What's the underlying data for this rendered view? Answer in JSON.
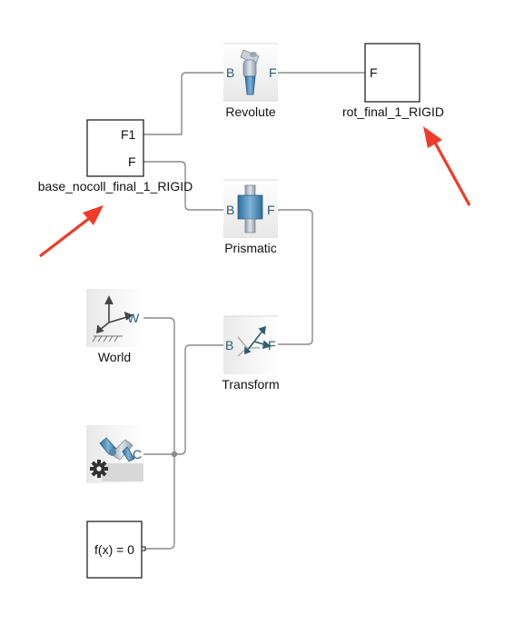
{
  "blocks": {
    "revolute": {
      "label": "Revolute",
      "port_b": "B",
      "port_f": "F",
      "icon": "revolute-joint-icon"
    },
    "rot_final": {
      "label": "rot_final_1_RIGID",
      "port_f": "F"
    },
    "base": {
      "label": "base_nocoll_final_1_RIGID",
      "port_f1": "F1",
      "port_f": "F"
    },
    "prismatic": {
      "label": "Prismatic",
      "port_b": "B",
      "port_f": "F",
      "icon": "prismatic-joint-icon"
    },
    "world": {
      "label": "World",
      "port_w": "W",
      "icon": "world-frame-icon"
    },
    "transform": {
      "label": "Transform",
      "port_b": "B",
      "port_f": "F",
      "icon": "rigid-transform-icon"
    },
    "mechanism": {
      "port_c": "C",
      "icon": "mechanism-configuration-icon"
    },
    "solver": {
      "text": "f(x) = 0",
      "icon": "solver-configuration-icon"
    }
  },
  "colors": {
    "line": "#8a8a8a",
    "arrow": "#f23a28",
    "port_text": "#2f5d6f"
  }
}
